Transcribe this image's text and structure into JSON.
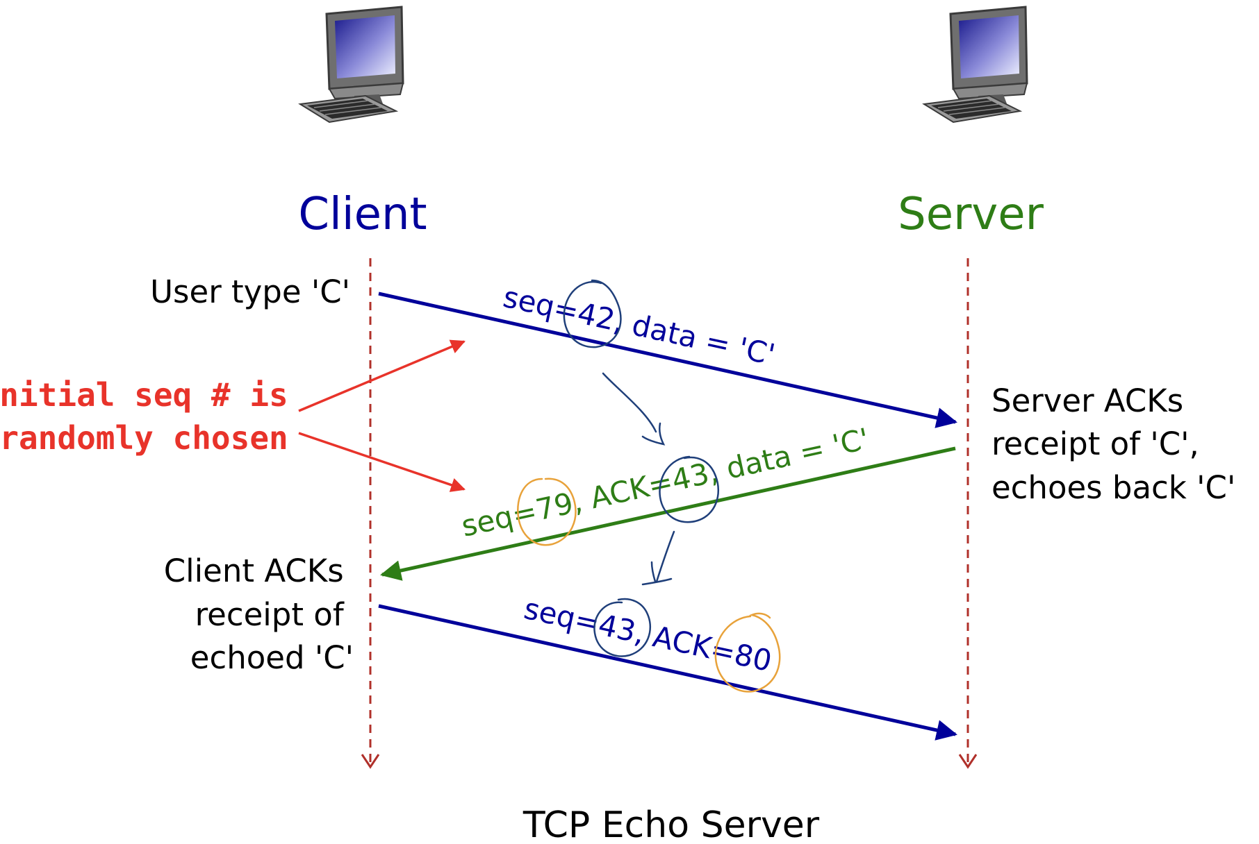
{
  "endpoints": {
    "client": {
      "label": "Client",
      "icon": "desktop-computer-icon",
      "color": "#00009A"
    },
    "server": {
      "label": "Server",
      "icon": "desktop-computer-icon",
      "color": "#2E7D16"
    }
  },
  "timeline_color": "#B0302A",
  "messages": [
    {
      "from": "client",
      "to": "server",
      "label": "seq=42, data = 'C'",
      "color": "#00009A"
    },
    {
      "from": "server",
      "to": "client",
      "label": "seq=79, ACK=43, data = 'C'",
      "color": "#2E7D16"
    },
    {
      "from": "client",
      "to": "server",
      "label": "seq=43, ACK=80",
      "color": "#00009A"
    }
  ],
  "notes": {
    "client_1": [
      "User type 'C'"
    ],
    "server_1": [
      "Server ACKs",
      "receipt of 'C',",
      "echoes back 'C'"
    ],
    "client_2": [
      "Client ACKs",
      "receipt of",
      "echoed 'C'"
    ]
  },
  "callout": {
    "lines": [
      "Initial seq # is",
      "randomly chosen"
    ],
    "color": "#E8332A"
  },
  "annotation_colors": {
    "blue_circles": "#1F3F7A",
    "orange_circles": "#E8A23A"
  },
  "caption": "TCP Echo Server"
}
